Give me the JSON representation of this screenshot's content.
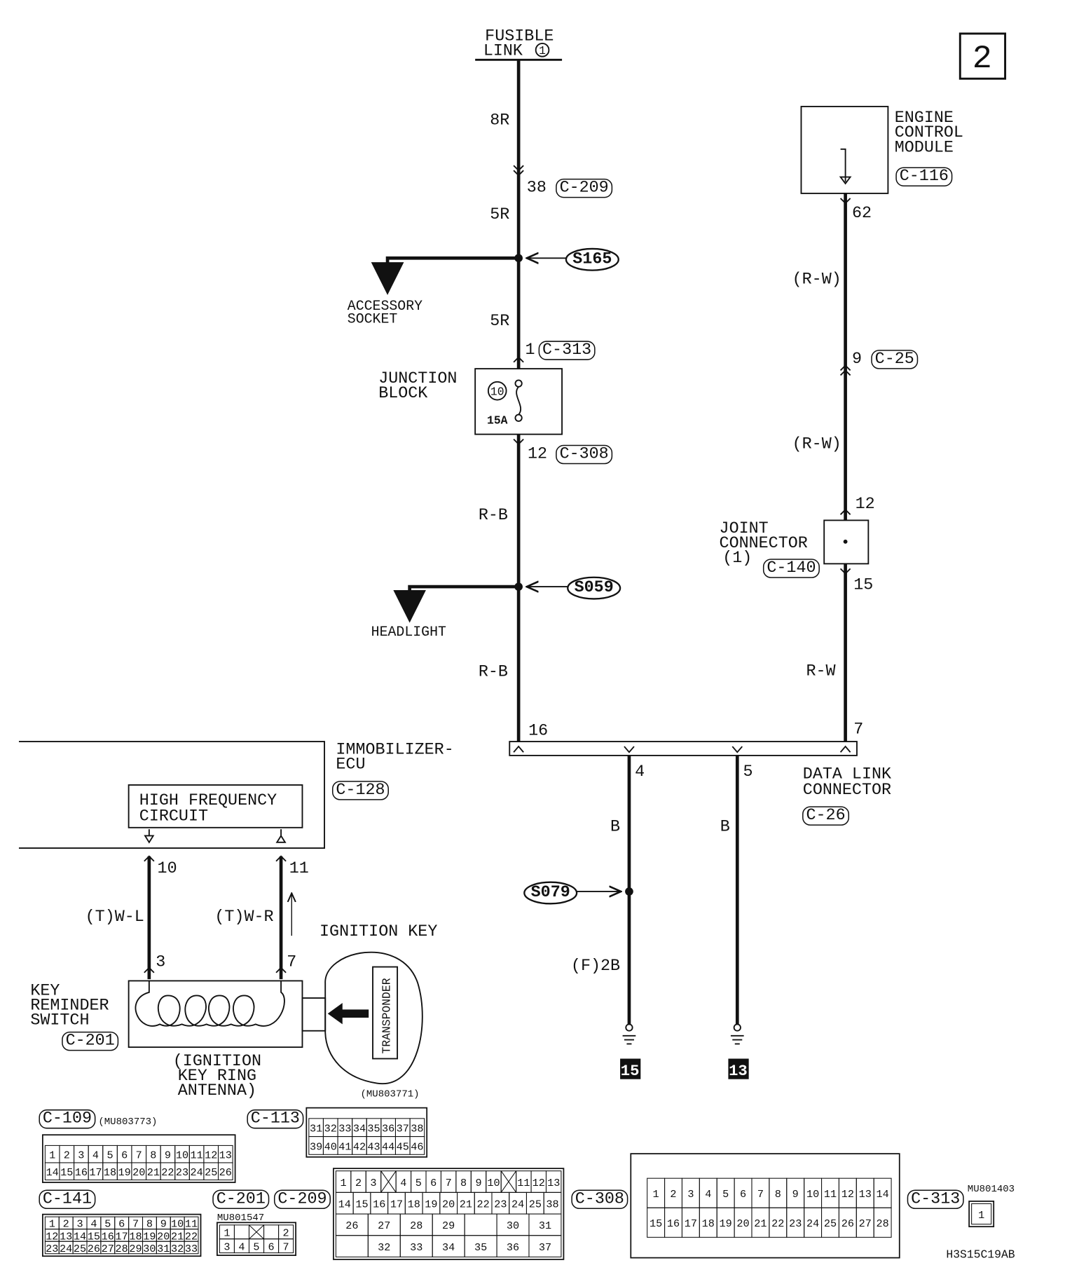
{
  "page_badge": "2",
  "fusible_link": {
    "line1": "FUSIBLE",
    "line2": "LINK",
    "number": "1"
  },
  "main_circuit": {
    "wire_8r": "8R",
    "c209_pin": "38",
    "c209_tag": "C-209",
    "wire_5r_a": "5R",
    "splice_s165": "S165",
    "accessory_line1": "ACCESSORY",
    "accessory_line2": "SOCKET",
    "wire_5r_b": "5R",
    "c313_pin": "1",
    "c313_tag": "C-313",
    "junction_line1": "JUNCTION",
    "junction_line2": "BLOCK",
    "fuse_number": "10",
    "fuse_rating": "15A",
    "c308_pin": "12",
    "c308_tag": "C-308",
    "wire_rb_a": "R-B",
    "splice_s059": "S059",
    "headlight": "HEADLIGHT",
    "wire_rb_b": "R-B",
    "dlc_pin_16": "16"
  },
  "ecm_circuit": {
    "ecm_line1": "ENGINE",
    "ecm_line2": "CONTROL",
    "ecm_line3": "MODULE",
    "ecm_tag": "C-116",
    "ecm_pin": "62",
    "wire_rw_a": "(R-W)",
    "c25_pin": "9",
    "c25_tag": "C-25",
    "wire_rw_b": "(R-W)",
    "joint_pin_in": "12",
    "joint_line1": "JOINT",
    "joint_line2": "CONNECTOR",
    "joint_line3": "(1)",
    "joint_tag": "C-140",
    "joint_pin_out": "15",
    "wire_rw_c": "R-W",
    "dlc_pin_7": "7"
  },
  "data_link_connector": {
    "line1": "DATA LINK",
    "line2": "CONNECTOR",
    "tag": "C-26",
    "pin_4": "4",
    "pin_5": "5",
    "wire_b_4": "B",
    "wire_b_5": "B",
    "splice_s079": "S079",
    "wire_f2b": "(F)2B",
    "ground_15": "15",
    "ground_13": "13"
  },
  "immobilizer": {
    "ecu_line1": "IMMOBILIZER-",
    "ecu_line2": "ECU",
    "ecu_tag": "C-128",
    "hf_line1": "HIGH FREQUENCY",
    "hf_line2": "CIRCUIT",
    "pin_10": "10",
    "pin_11": "11",
    "wire_wl": "(T)W-L",
    "wire_wr": "(T)W-R",
    "ignition_key": "IGNITION KEY",
    "switch_pin_3": "3",
    "switch_pin_7": "7",
    "switch_line1": "KEY",
    "switch_line2": "REMINDER",
    "switch_line3": "SWITCH",
    "switch_tag": "C-201",
    "antenna_line1": "(IGNITION",
    "antenna_line2": "KEY RING",
    "antenna_line3": "ANTENNA)",
    "transponder": "TRANSPONDER"
  },
  "connectors": [
    {
      "tag": "C-109",
      "part": "(MU803773)",
      "rows": [
        [
          "1",
          "2",
          "3",
          "4",
          "5",
          "6",
          "7",
          "8",
          "9",
          "10",
          "11",
          "12",
          "13"
        ],
        [
          "14",
          "15",
          "16",
          "17",
          "18",
          "19",
          "20",
          "21",
          "22",
          "23",
          "24",
          "25",
          "26"
        ]
      ]
    },
    {
      "tag": "C-113",
      "part": "(MU803771)",
      "rows": [
        [
          "31",
          "32",
          "33",
          "34",
          "35",
          "36",
          "37",
          "38"
        ],
        [
          "39",
          "40",
          "41",
          "42",
          "43",
          "44",
          "45",
          "46"
        ]
      ]
    },
    {
      "tag": "C-141",
      "part": "",
      "rows": [
        [
          "1",
          "2",
          "3",
          "4",
          "5",
          "6",
          "7",
          "8",
          "9",
          "10",
          "11"
        ],
        [
          "12",
          "13",
          "14",
          "15",
          "16",
          "17",
          "18",
          "19",
          "20",
          "21",
          "22"
        ],
        [
          "23",
          "24",
          "25",
          "26",
          "27",
          "28",
          "29",
          "30",
          "31",
          "32",
          "33"
        ]
      ]
    },
    {
      "tag": "C-201",
      "part": "MU801547",
      "rows": [
        [
          "1",
          "",
          "X",
          "",
          "2"
        ],
        [
          "3",
          "4",
          "5",
          "6",
          "7"
        ]
      ]
    },
    {
      "tag": "C-209",
      "part": "",
      "rows": [
        [
          "1",
          "2",
          "3",
          "X",
          "4",
          "5",
          "6",
          "7",
          "8",
          "9",
          "10",
          "X",
          "11",
          "12",
          "13"
        ],
        [
          "14",
          "15",
          "16",
          "17",
          "18",
          "19",
          "20",
          "21",
          "22",
          "23",
          "24",
          "25",
          "38"
        ],
        [
          "26",
          "27",
          "28",
          "29",
          "",
          "30",
          "31"
        ],
        [
          "",
          "32",
          "33",
          "34",
          "35",
          "36",
          "37"
        ]
      ]
    },
    {
      "tag": "C-308",
      "part": "",
      "rows": [
        [
          "1",
          "2",
          "3",
          "4",
          "5",
          "6",
          "7",
          "8",
          "9",
          "10",
          "11",
          "12",
          "13",
          "14"
        ],
        [
          "15",
          "16",
          "17",
          "18",
          "19",
          "20",
          "21",
          "22",
          "23",
          "24",
          "25",
          "26",
          "27",
          "28"
        ]
      ]
    },
    {
      "tag": "C-313",
      "part": "MU801403",
      "rows": [
        [
          "1"
        ]
      ]
    }
  ],
  "drawing_code": "H3S15C19AB"
}
